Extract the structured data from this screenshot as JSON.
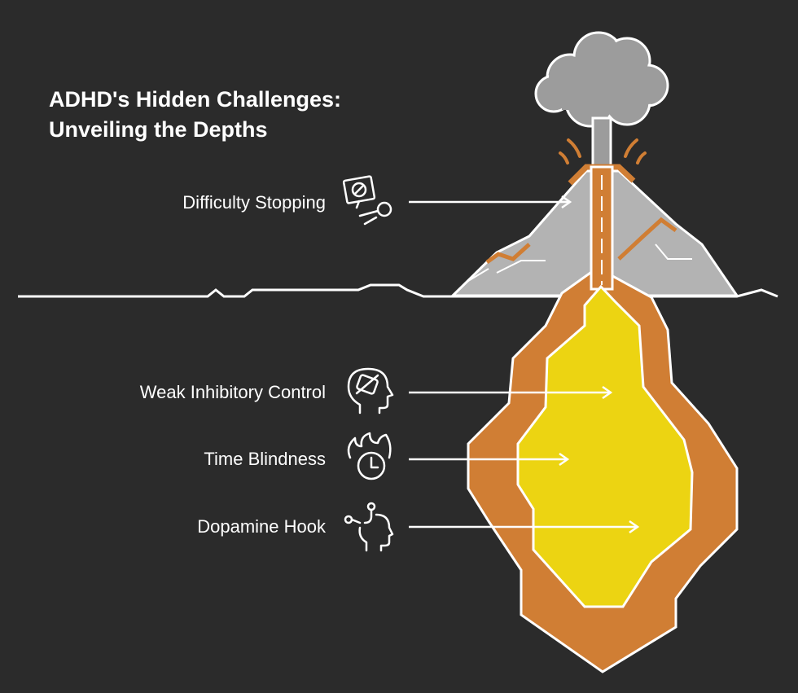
{
  "title": {
    "line1": "ADHD's Hidden Challenges:",
    "line2": "Unveiling the Depths"
  },
  "items": [
    {
      "label": "Difficulty Stopping",
      "icon": "stop-sign-person-icon"
    },
    {
      "label": "Weak Inhibitory Control",
      "icon": "head-with-crossed-box-icon"
    },
    {
      "label": "Time Blindness",
      "icon": "clock-flames-icon"
    },
    {
      "label": "Dopamine Hook",
      "icon": "head-with-hook-icon"
    }
  ],
  "colors": {
    "background": "#2b2b2b",
    "mountain": "#b3b3b3",
    "lava": "#d07e34",
    "core": "#ecd412",
    "smoke": "#9c9c9c",
    "lines": "#ffffff"
  }
}
